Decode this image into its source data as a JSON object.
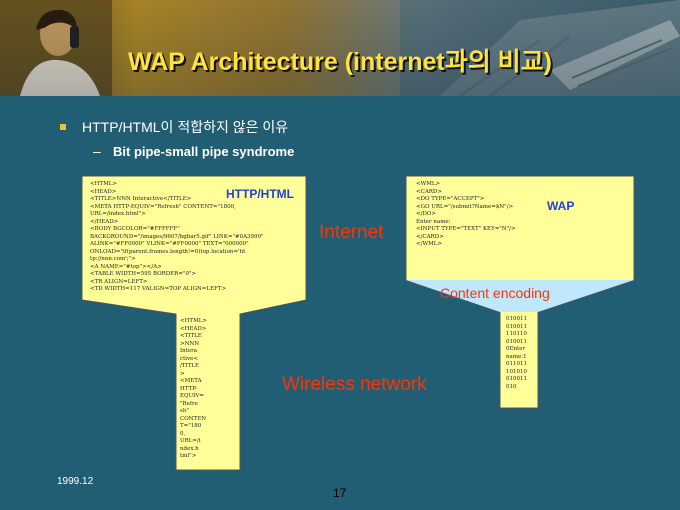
{
  "slide": {
    "title": "WAP Architecture (internet과의 비교)",
    "bullet": "HTTP/HTML이 적합하지 않은 이유",
    "sub_bullet": "Bit pipe-small pipe syndrome",
    "date": "1999.12",
    "page_number": "17"
  },
  "left_panel": {
    "label": "HTTP/HTML",
    "code_wide": "<HTML>\n<HEAD>\n<TITLE>NNN Interactive</TITLE>\n<META HTTP-EQUIV=\"Refresh\" CONTENT=\"1800,\nURL=/index.html\">\n</HEAD>\n<BODY BGCOLOR=\"#FFFFFF\"\nBACKGROUND=\"/images/9607/bgbar5.gif\" LINK=\"#0A3990\"\nALINK=\"#FF0000\" VLINK=\"#FF0000\" TEXT=\"000000\"\nONLOAD=\"if(parent.frames.length!=0)top.location='ht\ntp://nnn.com';\">\n<A NAME=\"#top\"></A>\n<TABLE WIDTH=595 BORDER=\"0\">\n<TR ALIGN=LEFT>\n<TD WIDTH=117 VALIGN=TOP ALIGN=LEFT>",
    "code_narrow": "<HTML>\n<HEAD>\n<TITLE\n>NNN\nIntera\nctive<\n/TITLE\n>\n<META\nHTTP-\nEQUIV=\n\"Refre\nsh\"\nCONTEN\nT=\"180\n0,\nURL=/i\nndex.h\ntml\">"
  },
  "right_panel": {
    "label": "WAP",
    "code_wide": "<WML>\n<CARD>\n<DO TYPE=\"ACCEPT\">\n<GO URL=\"/submit?Name=$N\"/>\n</DO>\nEnter name:\n<INPUT TYPE=\"TEXT\" KEY=\"N\"/>\n</CARD>\n</WML>",
    "code_narrow": "010011\n010011\n110110\n010011\n0Enter\nname:1\n011011\n101010\n010011\n010"
  },
  "labels": {
    "internet": "Internet",
    "content_encoding": "Content encoding",
    "wireless": "Wireless network"
  },
  "colors": {
    "background": "#215e74",
    "title": "#ffe23a",
    "panel": "#ffff99",
    "accent_red": "#ff3300",
    "label_blue": "#1f3fe0",
    "encoding_fill": "#bfe8ff"
  }
}
